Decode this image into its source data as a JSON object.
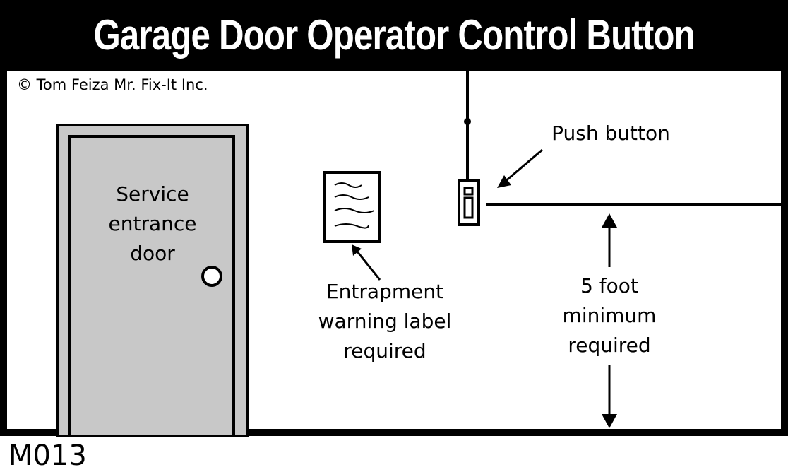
{
  "title": "Garage Door Operator Control Button",
  "copyright": "© Tom Feiza Mr. Fix-It Inc.",
  "code": "M013",
  "labels": {
    "door_line1": "Service",
    "door_line2": "entrance",
    "door_line3": "door",
    "push_button": "Push button",
    "warning_line1": "Entrapment",
    "warning_line2": "warning label",
    "warning_line3": "required",
    "height_line1": "5 foot",
    "height_line2": "minimum",
    "height_line3": "required"
  },
  "colors": {
    "door_fill": "#c8c8c8",
    "ink": "#000000",
    "paper": "#ffffff"
  }
}
